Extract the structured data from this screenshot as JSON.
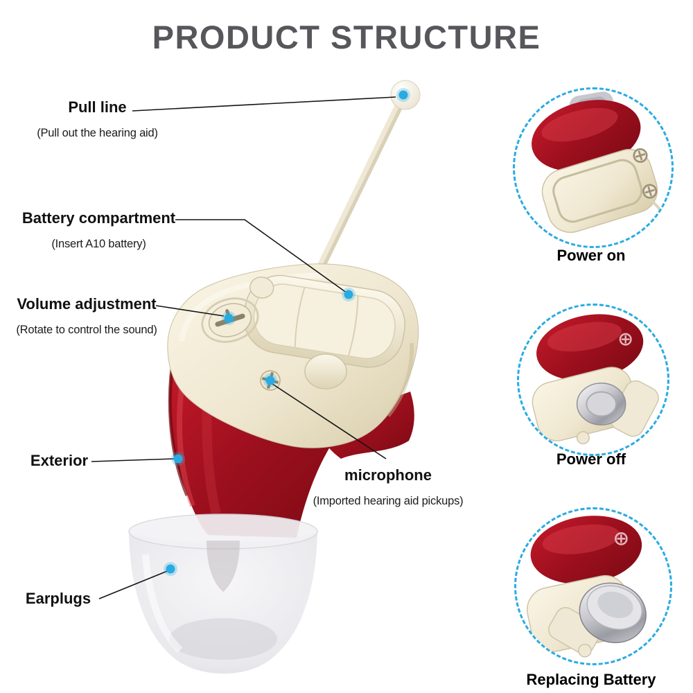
{
  "title": "PRODUCT STRUCTURE",
  "colors": {
    "accent_blue": "#29abe2",
    "device_red": "#9c0f1d",
    "device_cream": "#efe7d0",
    "title_color": "#57565b",
    "text_color": "#111111"
  },
  "callouts": [
    {
      "label": "Pull line",
      "sublabel": "(Pull out the hearing aid)"
    },
    {
      "label": "Battery compartment",
      "sublabel": "(Insert A10 battery)"
    },
    {
      "label": "Volume adjustment",
      "sublabel": "(Rotate to control the sound)"
    },
    {
      "label": "Exterior",
      "sublabel": ""
    },
    {
      "label": "microphone",
      "sublabel": "(Imported hearing aid pickups)"
    },
    {
      "label": "Earplugs",
      "sublabel": ""
    }
  ],
  "insets": [
    {
      "caption": "Power on"
    },
    {
      "caption": "Power off"
    },
    {
      "caption": "Replacing Battery"
    }
  ]
}
